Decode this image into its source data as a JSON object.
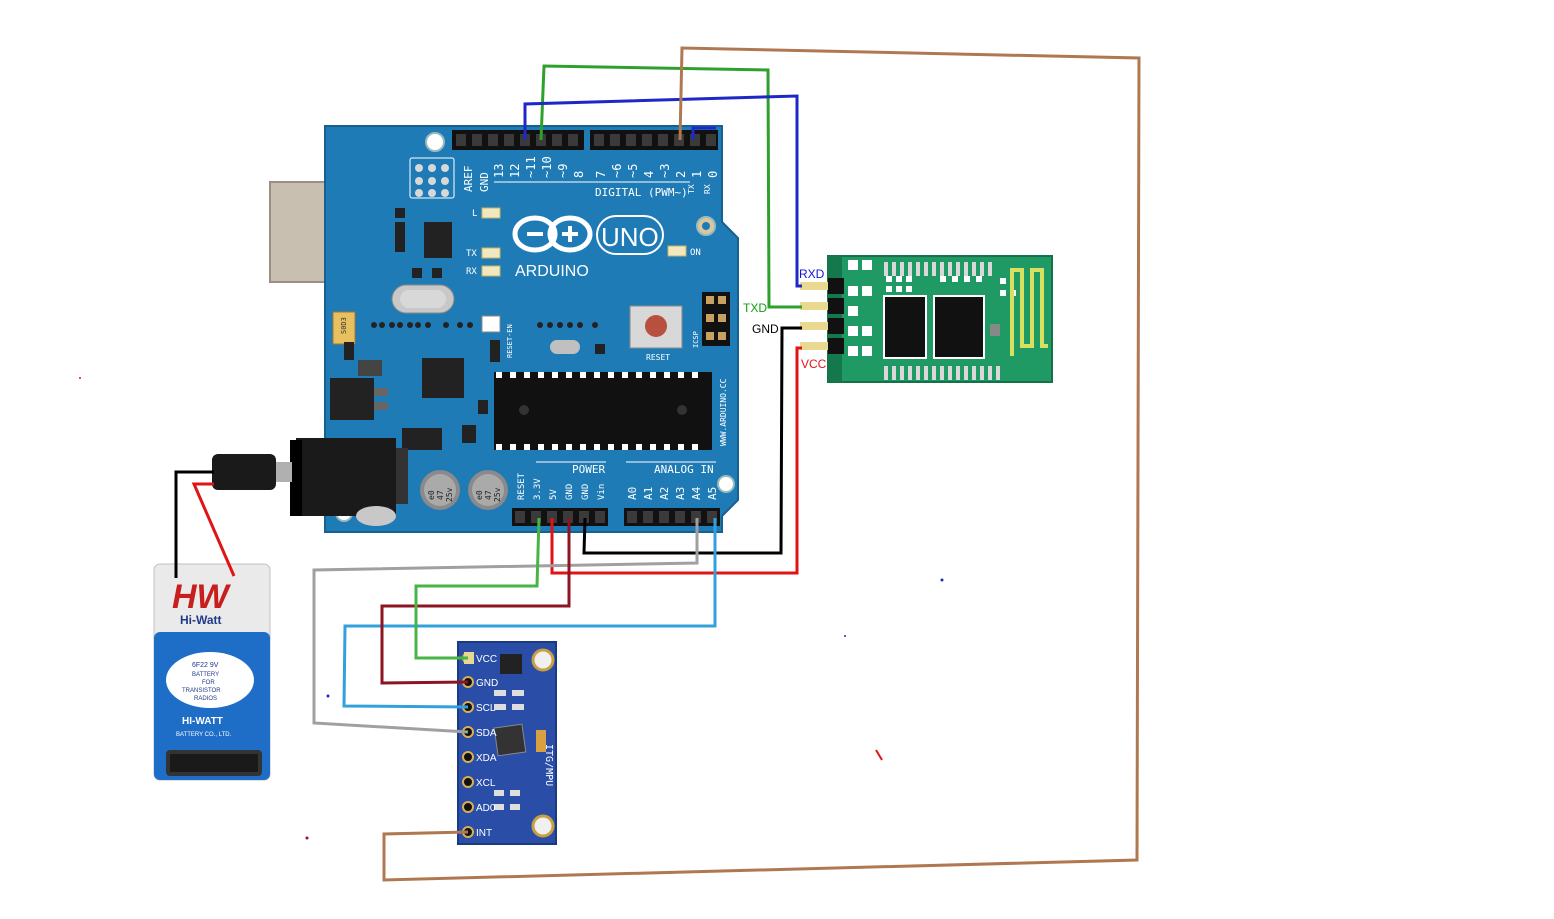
{
  "arduino": {
    "brand": "ARDUINO",
    "model": "UNO",
    "on_label": "ON",
    "reset_label": "RESET",
    "reset_en_label": "RESET-EN",
    "icsp_label": "ICSP",
    "led_l": "L",
    "led_tx": "TX",
    "led_rx": "RX",
    "digital_label": "DIGITAL (PWM~)",
    "power_label": "POWER",
    "analog_label": "ANALOG IN",
    "website": "WWW.ARDUINO.CC",
    "aref": "AREF",
    "gnd_top": "GND",
    "digital_pins": [
      "13",
      "12",
      "~11",
      "~10",
      "~9",
      "8",
      "7",
      "~6",
      "~5",
      "4",
      "~3",
      "2",
      "1",
      "0"
    ],
    "tx_small": "TX",
    "rx_small": "RX",
    "power_pins": [
      "RESET",
      "3.3V",
      "5V",
      "GND",
      "GND",
      "Vin"
    ],
    "analog_pins": [
      "A0",
      "A1",
      "A2",
      "A3",
      "A4",
      "A5"
    ],
    "cap_marking_1": "47",
    "cap_marking_2": "25v",
    "cap_prefix": "e0",
    "crystal_marking": "S0D3"
  },
  "bluetooth": {
    "pins": [
      "RXD",
      "TXD",
      "GND",
      "VCC"
    ],
    "colors": {
      "RXD": "#1414c8",
      "TXD": "#14a014",
      "GND": "#000000",
      "VCC": "#e01414"
    }
  },
  "mpu": {
    "pins": [
      "VCC",
      "GND",
      "SCL",
      "SDA",
      "XDA",
      "XCL",
      "AD0",
      "INT"
    ],
    "label": "ITG/MPU"
  },
  "battery": {
    "brand_logo": "HW",
    "brand_name": "Hi-Watt",
    "type": "6F22 9V",
    "line1": "BATTERY",
    "line2": "FOR",
    "line3": "TRANSISTOR",
    "line4": "RADIOS",
    "maker": "HI-WATT",
    "company": "BATTERY CO., LTD."
  },
  "wire_colors": {
    "brown": "#b07850",
    "green": "#2ea02e",
    "blue": "#1e28c8",
    "black": "#000000",
    "red": "#e01414",
    "gray": "#a0a0a0",
    "lightblue": "#32a0dc",
    "darkred": "#8c1423",
    "lightgreen": "#46b446"
  }
}
